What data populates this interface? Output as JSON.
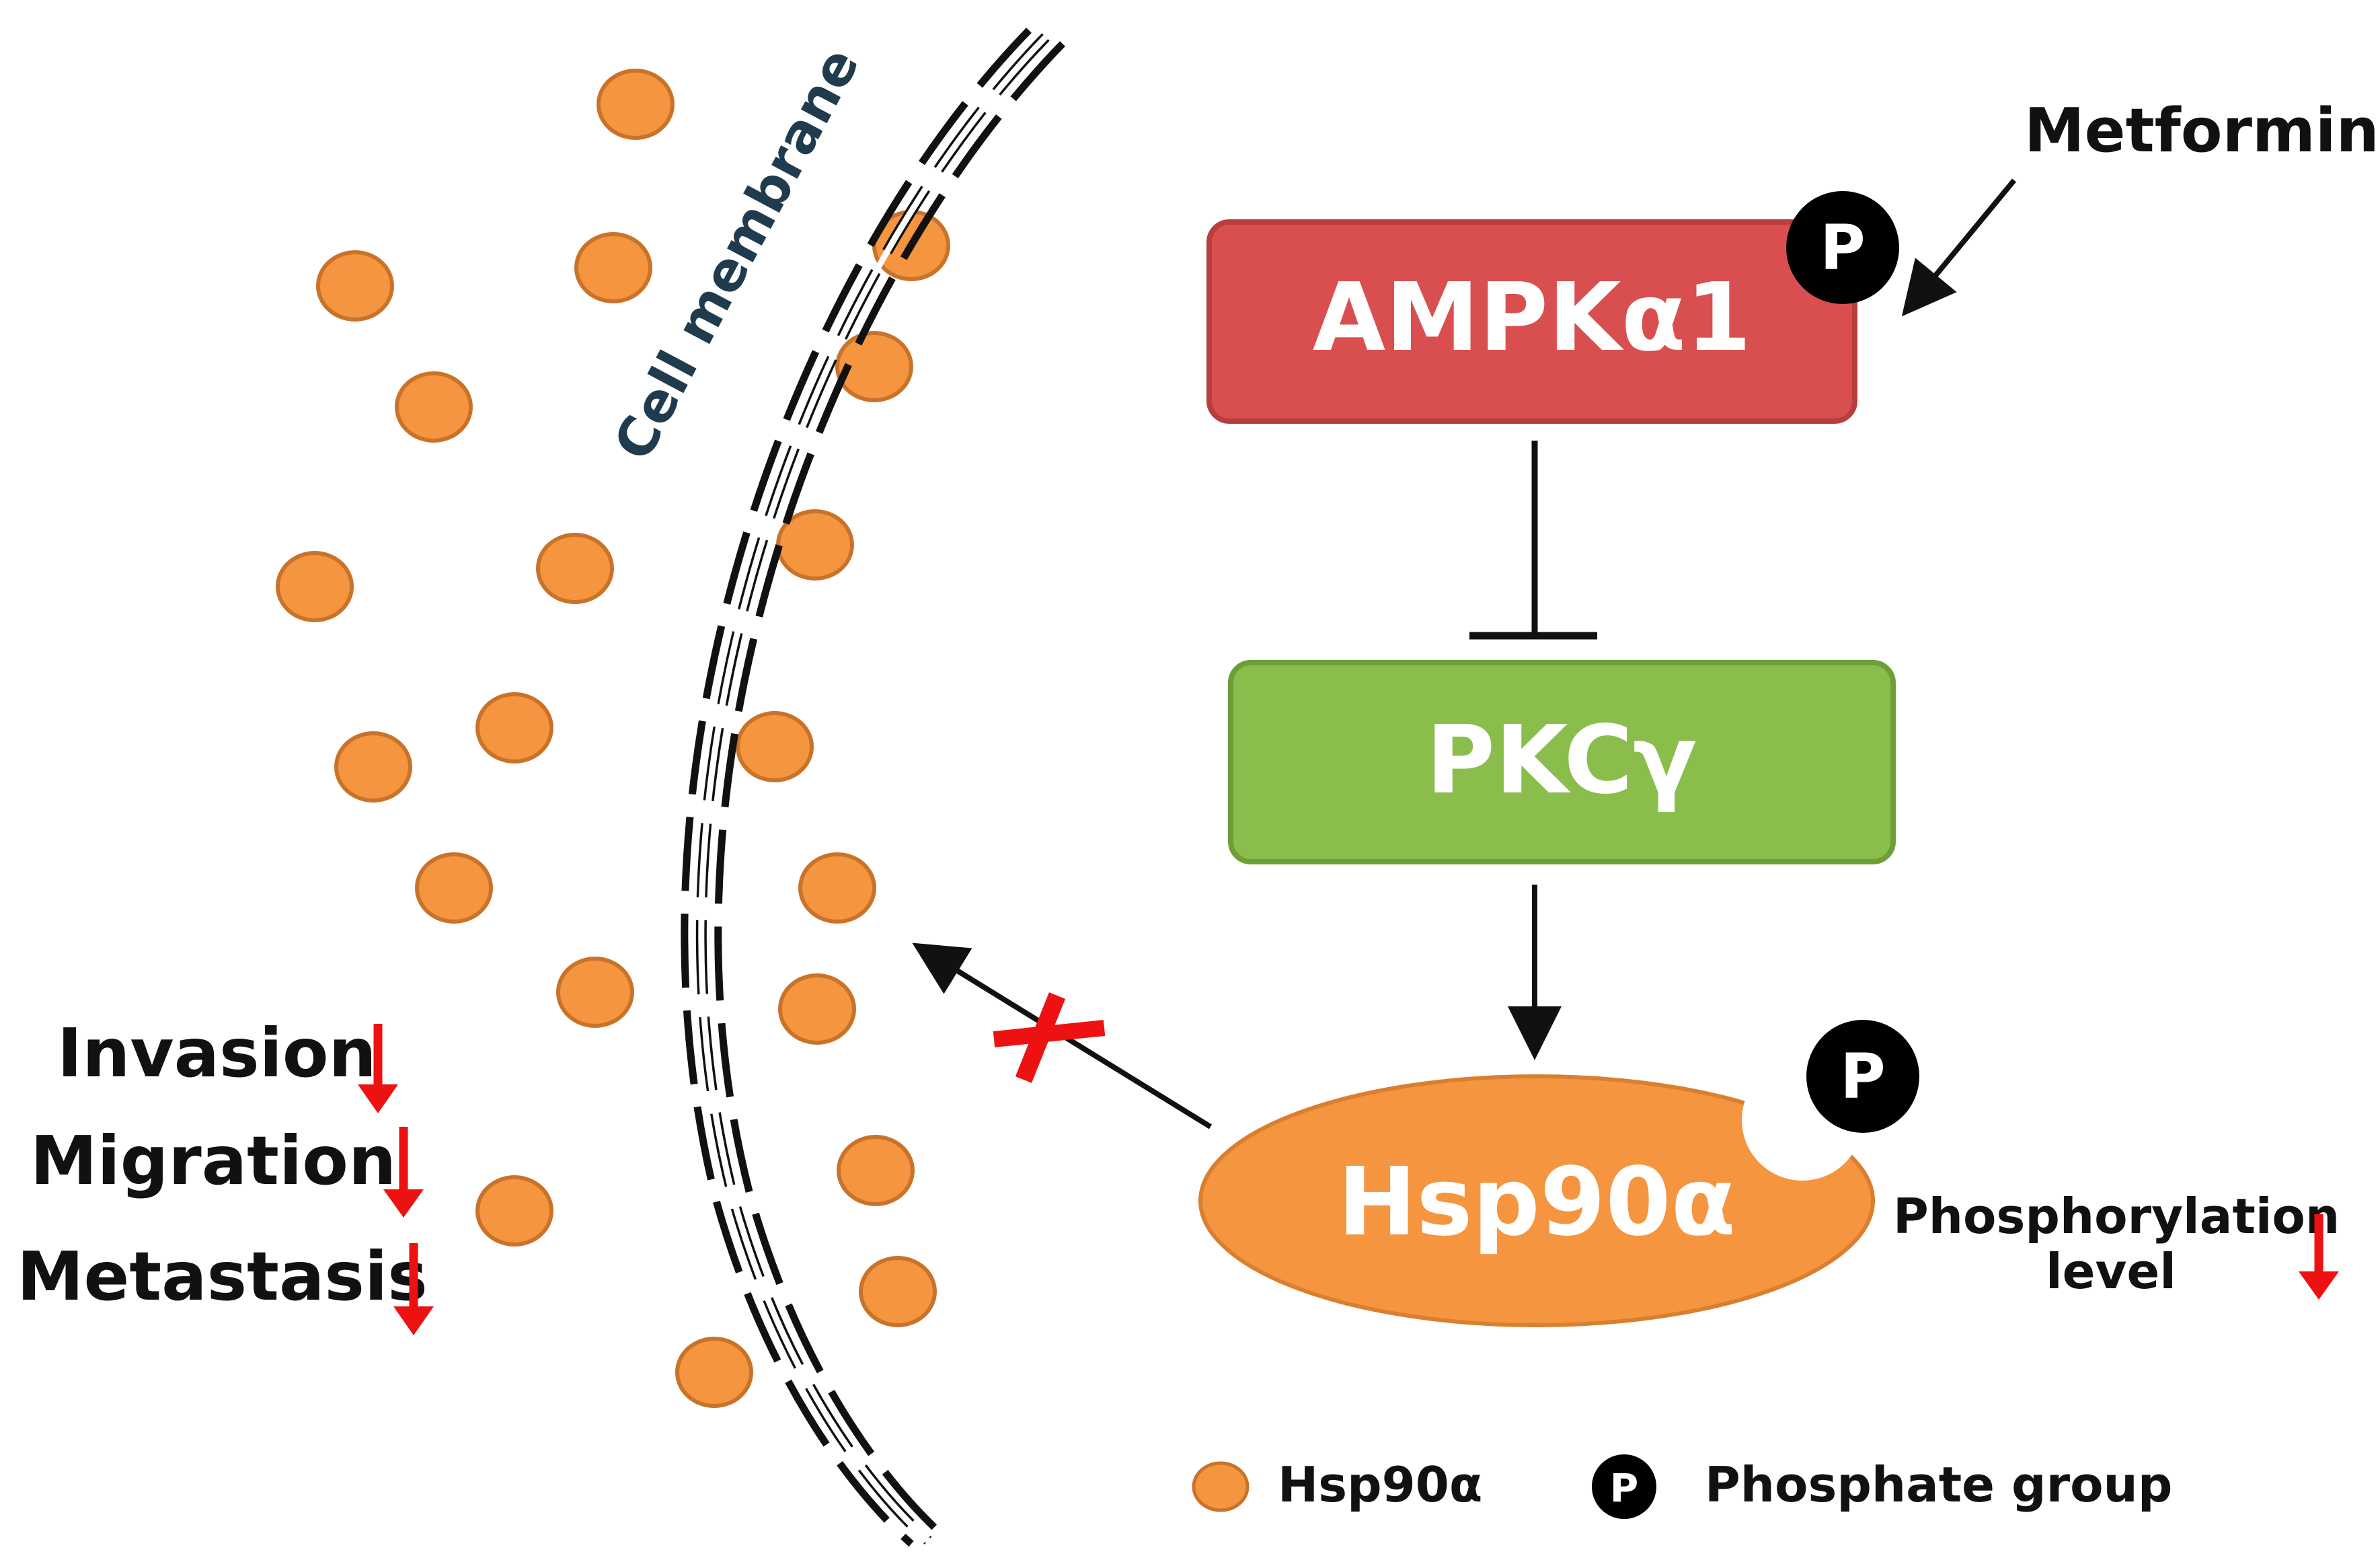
{
  "membrane": {
    "label": "Cell membrane"
  },
  "nodes": {
    "ampk": {
      "label": "AMPKα1",
      "fill": "#d94f4f",
      "stroke": "#b83d3d"
    },
    "pkc": {
      "label": "PKCγ",
      "fill": "#8bbd4d",
      "stroke": "#6e9e38"
    },
    "hsp": {
      "label": "Hsp90α",
      "fill": "#f5953f",
      "stroke": "#d97f2f"
    }
  },
  "drug": {
    "label": "Metformin"
  },
  "phospho": {
    "symbol": "P",
    "label_line1": "Phosphorylation",
    "label_line2": "level"
  },
  "outcomes": [
    {
      "label": "Invasion"
    },
    {
      "label": "Migration"
    },
    {
      "label": "Metastasis"
    }
  ],
  "legend": {
    "protein_label": "Hsp90α",
    "phosphate_label": "Phosphate group",
    "phosphate_symbol": "P"
  },
  "colors": {
    "particle_fill": "#f5953f",
    "particle_stroke": "#c9732a",
    "down_arrow": "#ee1111",
    "block_cross": "#ee1111"
  }
}
